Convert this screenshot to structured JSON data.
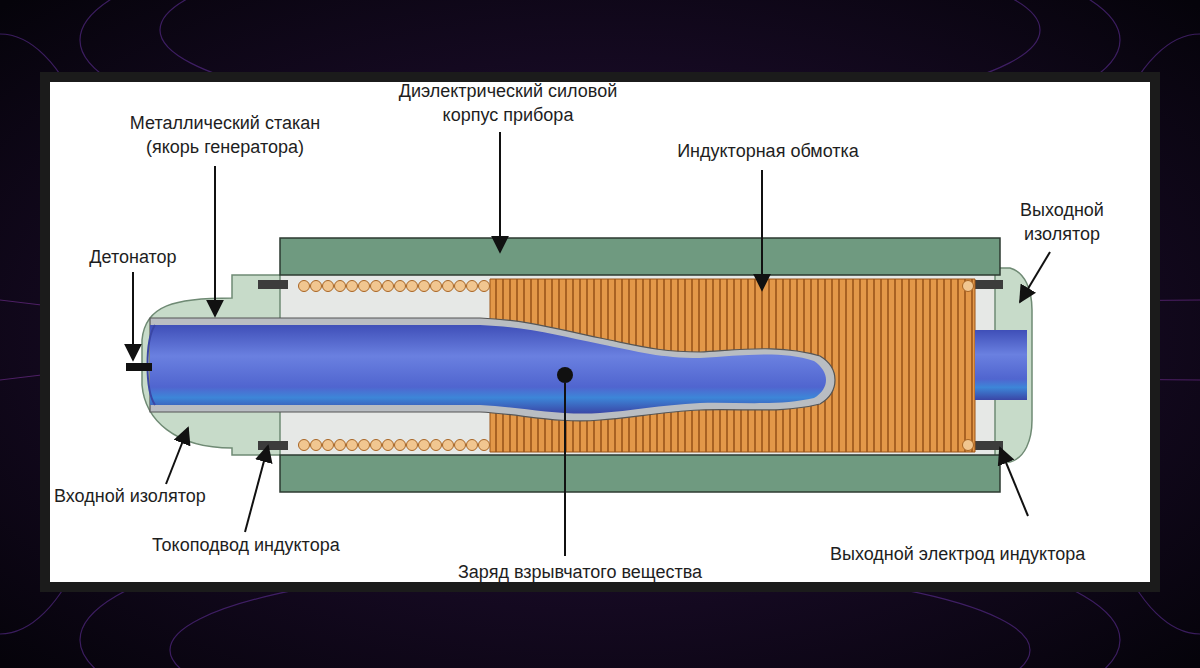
{
  "diagram": {
    "labels": [
      "Металлический стакан (якорь генератора)",
      "Диэлектрический силовой корпус прибора",
      "Индукторная обмотка",
      "Выходной изолятор",
      "Детонатор",
      "Входной изолятор",
      "Токоподвод индуктора",
      "Заряд взрывчатого вещества",
      "Выходной электрод индуктора"
    ]
  }
}
